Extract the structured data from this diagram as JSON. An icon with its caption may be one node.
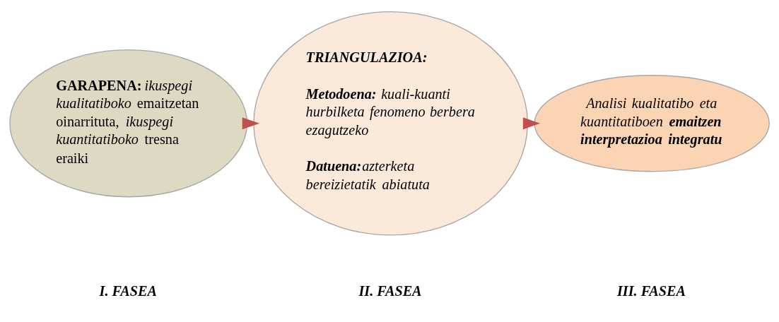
{
  "diagram": {
    "nodes": [
      {
        "text": [
          "**GARAPENA:** *ikuspegi kualitatiboko* emaitzetan oinarrituta, *ikuspegi kuantitatiboko* tresna eraiki"
        ]
      },
      {
        "text": [
          "TRIANGULAZIOA:",
          "**Metodoena:** kuali-kuanti hurbilketa fenomeno berbera ezagutzeko",
          "**Datuena:**azterketa bereizietatik abiatuta"
        ]
      },
      {
        "text": [
          "Analisi kualitatibo eta kuantitatiboen **emaitzen interpretazioa integratu**"
        ]
      }
    ],
    "edges": [
      {
        "from": 0,
        "to": 1,
        "arrow": "to",
        "style": "thick"
      },
      {
        "from": 1,
        "to": 2,
        "arrow": "to",
        "style": "thick"
      }
    ],
    "labels": [
      "I. FASEA",
      "II. FASEA",
      "III. FASEA"
    ]
  }
}
